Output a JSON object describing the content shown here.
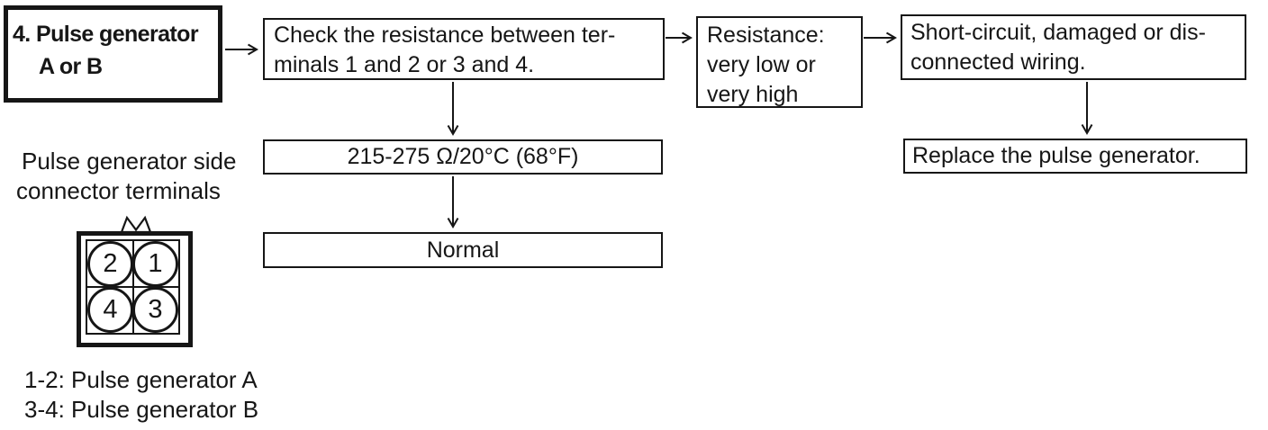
{
  "colors": {
    "ink": "#161616",
    "paper": "#ffffff"
  },
  "icons": {
    "flow_arrow": "→",
    "connector_latch": "⋈"
  },
  "flowchart": {
    "step_box": {
      "line1": "4. Pulse generator",
      "line2": "A or B"
    },
    "check_box": {
      "line1": "Check the resistance between ter-",
      "line2": "minals 1 and 2 or 3 and 4."
    },
    "resistance_box": {
      "line1": "Resistance:",
      "line2": "very low or",
      "line3": "very high"
    },
    "fault_box": {
      "line1": "Short-circuit, damaged or dis-",
      "line2": "connected wiring."
    },
    "replace_box": {
      "text": "Replace the pulse generator."
    },
    "spec_box": {
      "text": "215-275 Ω/20°C (68°F)"
    },
    "normal_box": {
      "text": "Normal"
    }
  },
  "connector": {
    "caption": {
      "line1": "Pulse generator side",
      "line2": "connector terminals"
    },
    "terminals": {
      "top_left": "2",
      "top_right": "1",
      "bottom_left": "4",
      "bottom_right": "3"
    }
  },
  "legend": {
    "line1": "1-2: Pulse generator A",
    "line2": "3-4: Pulse generator B"
  }
}
